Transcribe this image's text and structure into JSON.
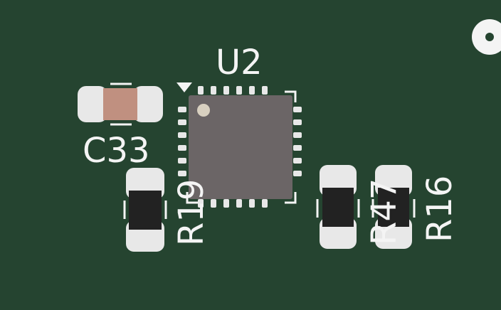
{
  "designators": {
    "ic": "U2",
    "capacitor": "C33",
    "resistor_left": "R19",
    "resistor_mid": "R47",
    "resistor_right": "R16"
  },
  "colors": {
    "board": "#254430",
    "silkscreen": "#f4f4f4",
    "pad": "#e8e8e8",
    "ic_body": "#6b6566",
    "resistor_body": "#222222",
    "capacitor_body": "#c09080"
  },
  "icons": {
    "fiducial": "fiducial-icon",
    "pin1": "pin1-marker-icon"
  }
}
